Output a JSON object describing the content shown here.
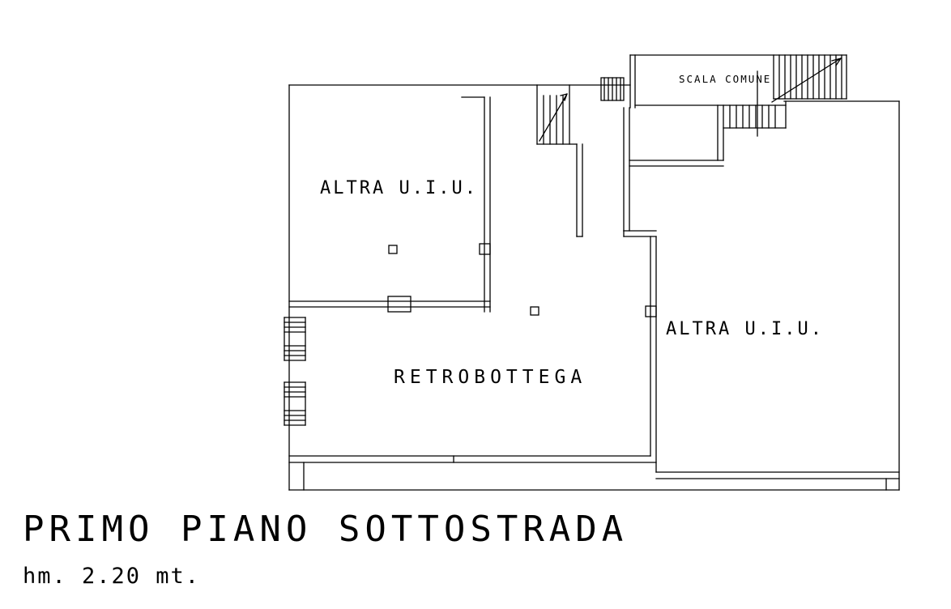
{
  "plan": {
    "background": "#ffffff",
    "line_color": "#000000",
    "stair_label": "SCALA COMUNE",
    "rooms": {
      "top_left": "ALTRA U.I.U.",
      "center": "RETROBOTTEGA",
      "right": "ALTRA U.I.U."
    },
    "caption": {
      "title": "PRIMO PIANO SOTTOSTRADA",
      "height_note": "hm. 2.20 mt."
    }
  }
}
